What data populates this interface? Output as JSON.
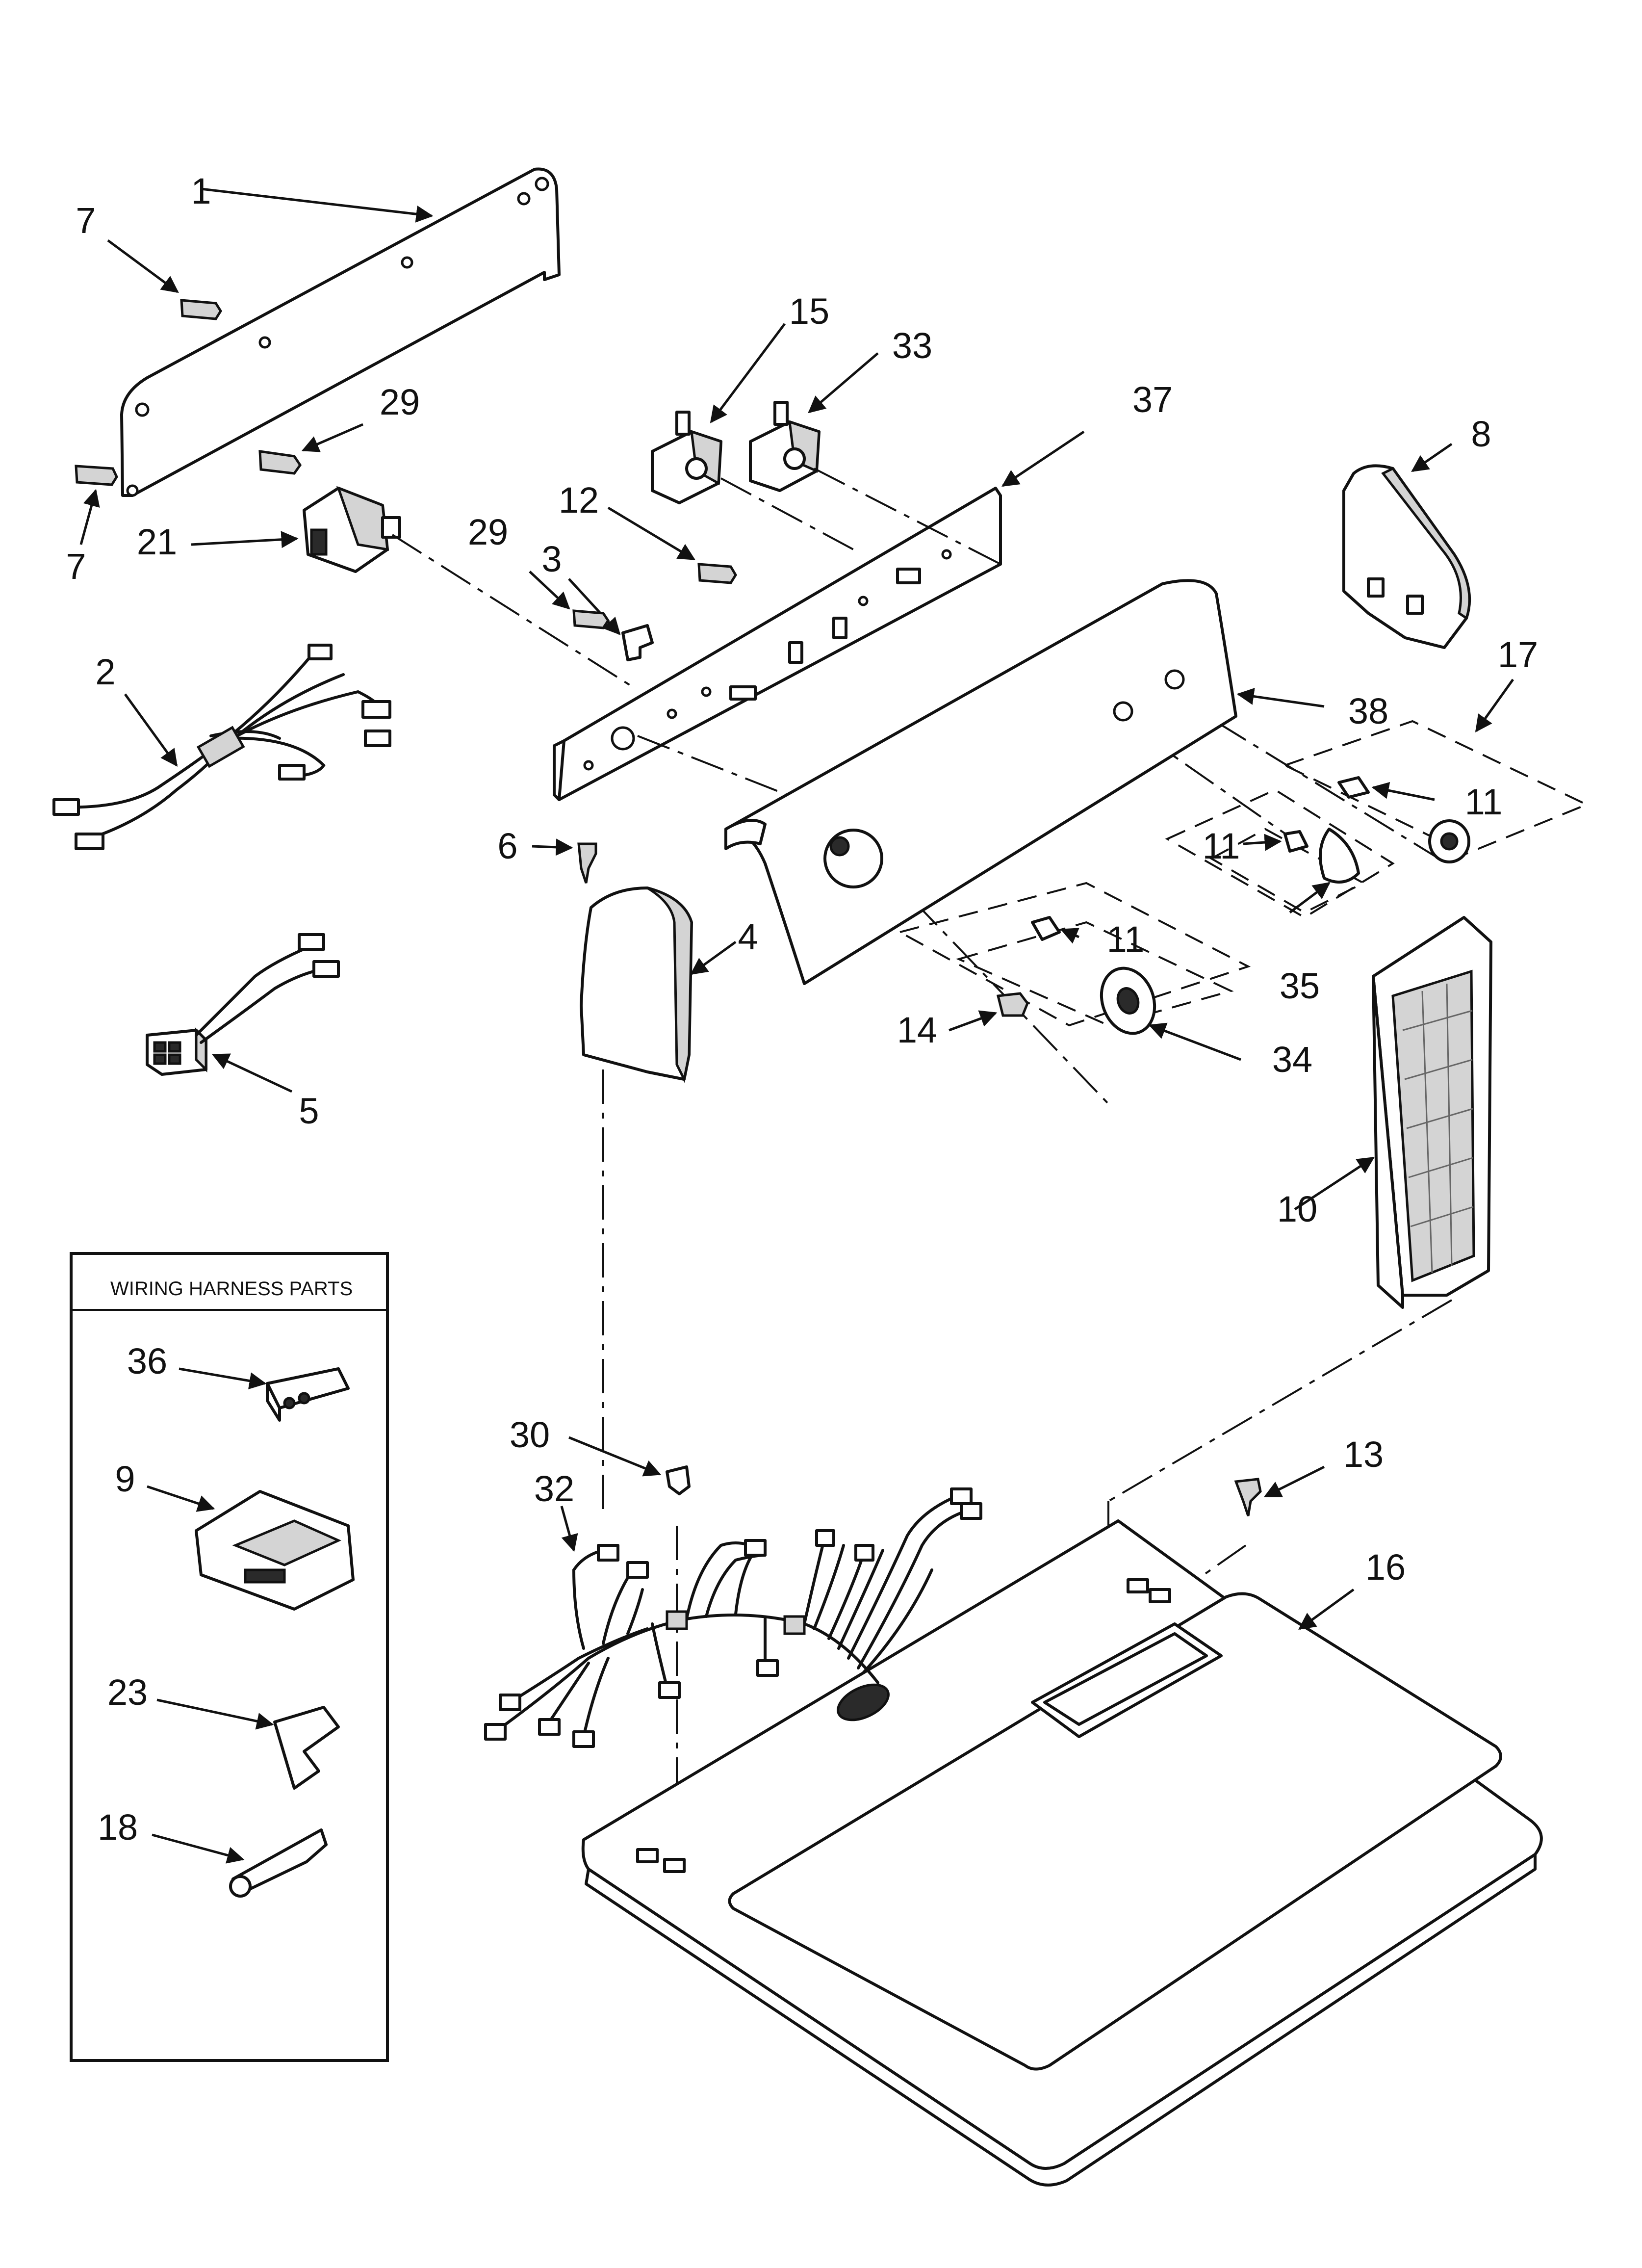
{
  "inset": {
    "title": "WIRING HARNESS PARTS"
  },
  "callouts": {
    "c1": "1",
    "c2": "2",
    "c3": "3",
    "c4": "4",
    "c5": "5",
    "c6": "6",
    "c7a": "7",
    "c7b": "7",
    "c8": "8",
    "c9": "9",
    "c10": "10",
    "c11a": "11",
    "c11b": "11",
    "c11c": "11",
    "c12": "12",
    "c13": "13",
    "c14": "14",
    "c15": "15",
    "c16": "16",
    "c17": "17",
    "c18": "18",
    "c21": "21",
    "c23": "23",
    "c29a": "29",
    "c29b": "29",
    "c30": "30",
    "c32": "32",
    "c33": "33",
    "c34": "34",
    "c35": "35",
    "c36": "36",
    "c37": "37",
    "c38": "38"
  }
}
